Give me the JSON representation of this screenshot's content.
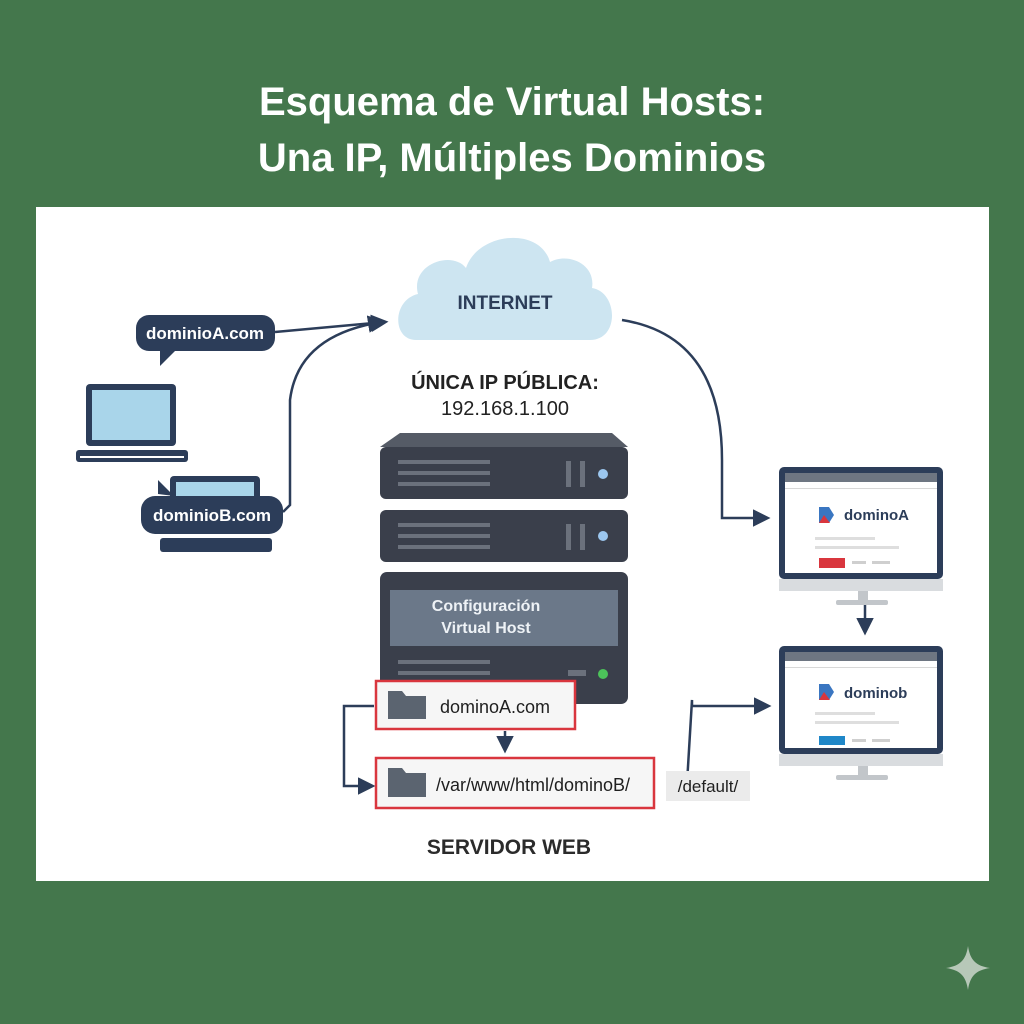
{
  "title": {
    "line1": "Esquema de Virtual Hosts:",
    "line2": "Una IP, Múltiples Dominios"
  },
  "colors": {
    "background": "#44774c",
    "navy": "#2c3d59",
    "cloud": "#cde5f1",
    "server": "#3a3f4b",
    "highlight_red": "#d9363e"
  },
  "internet": {
    "label": "INTERNET"
  },
  "ip": {
    "label": "ÚNICA IP PÚBLICA:",
    "address": "192.168.1.100"
  },
  "clients": [
    {
      "domain": "dominioA.com"
    },
    {
      "domain": "dominioB.com"
    }
  ],
  "server": {
    "config_line1": "Configuración",
    "config_line2": "Virtual Host",
    "caption": "SERVIDOR WEB"
  },
  "folders": [
    {
      "label": "dominoA.com"
    },
    {
      "label": "/var/www/html/dominoB/"
    }
  ],
  "default_path": "/default/",
  "sites": [
    {
      "name": "dominoA"
    },
    {
      "name": "dominob"
    }
  ]
}
